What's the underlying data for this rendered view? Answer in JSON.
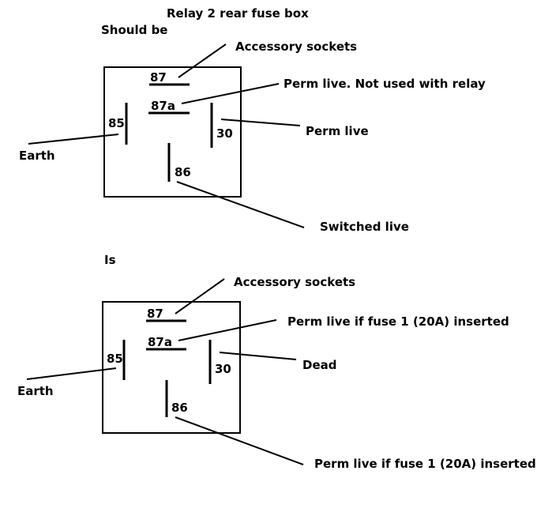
{
  "title": "Relay 2 rear fuse box",
  "should_be": {
    "heading": "Should be",
    "pins": {
      "p87": "87",
      "p87a": "87a",
      "p85": "85",
      "p30": "30",
      "p86": "86"
    },
    "labels": {
      "p87": "Accessory sockets",
      "p87a": "Perm live. Not used with relay",
      "p30": "Perm live",
      "p85": "Earth",
      "p86": "Switched live"
    }
  },
  "is": {
    "heading": "Is",
    "pins": {
      "p87": "87",
      "p87a": "87a",
      "p85": "85",
      "p30": "30",
      "p86": "86"
    },
    "labels": {
      "p87": "Accessory sockets",
      "p87a": "Perm live if fuse 1 (20A) inserted",
      "p30": "Dead",
      "p85": "Earth",
      "p86": "Perm live if fuse 1 (20A) inserted"
    }
  },
  "colors": {
    "ink": "#000000",
    "background": "#ffffff"
  }
}
